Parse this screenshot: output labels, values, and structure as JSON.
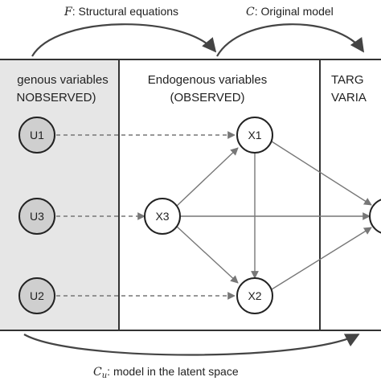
{
  "top_labels": {
    "structural": {
      "symbol": "F",
      "text": ": Structural equations"
    },
    "original": {
      "symbol": "C",
      "text": ": Original model"
    }
  },
  "bottom_label": {
    "symbol": "C",
    "subscript": "u",
    "text": ": model in the latent space"
  },
  "panels": {
    "exogenous": {
      "line1": "genous variables",
      "line2": "NOBSERVED)"
    },
    "endogenous": {
      "line1": "Endogenous variables",
      "line2": "(OBSERVED)"
    },
    "target": {
      "line1": "TARG",
      "line2": "VARIA"
    }
  },
  "nodes": {
    "u1": "U1",
    "u3": "U3",
    "u2": "U2",
    "x1": "X1",
    "x3": "X3",
    "x2": "X2"
  },
  "colors": {
    "exogenous_panel": "#e6e6e6",
    "exogenous_node": "#cfcfcf",
    "endogenous_node": "#ffffff",
    "stroke": "#222222",
    "edge": "#777777"
  }
}
